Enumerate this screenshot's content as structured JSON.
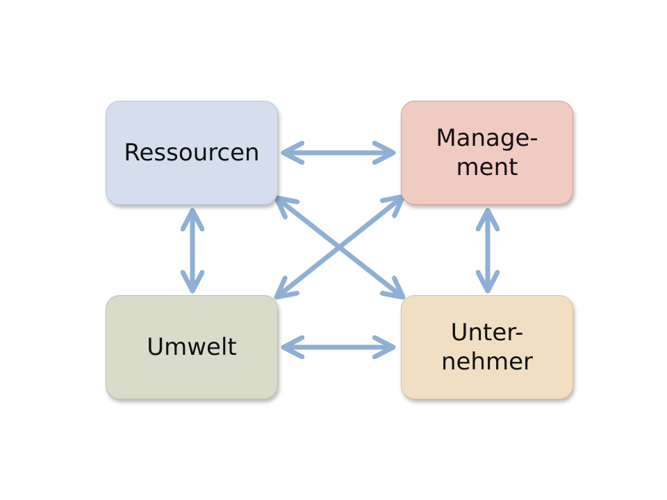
{
  "diagram": {
    "nodes": {
      "ressourcen": "Ressourcen",
      "management": "Manage-\nment",
      "umwelt": "Umwelt",
      "unternehmer": "Unter-\nnehmer"
    },
    "colors": {
      "arrow": "#8fb0d4",
      "ressourcen_fill": "#d4deec",
      "management_fill": "#efcbc2",
      "umwelt_fill": "#d9dbcb",
      "unternehmer_fill": "#f0dfc2"
    },
    "connections": [
      {
        "from": "ressourcen",
        "to": "management",
        "bidirectional": true
      },
      {
        "from": "umwelt",
        "to": "unternehmer",
        "bidirectional": true
      },
      {
        "from": "ressourcen",
        "to": "umwelt",
        "bidirectional": true
      },
      {
        "from": "management",
        "to": "unternehmer",
        "bidirectional": true
      },
      {
        "from": "ressourcen",
        "to": "unternehmer",
        "bidirectional": true
      },
      {
        "from": "management",
        "to": "umwelt",
        "bidirectional": true
      }
    ]
  }
}
